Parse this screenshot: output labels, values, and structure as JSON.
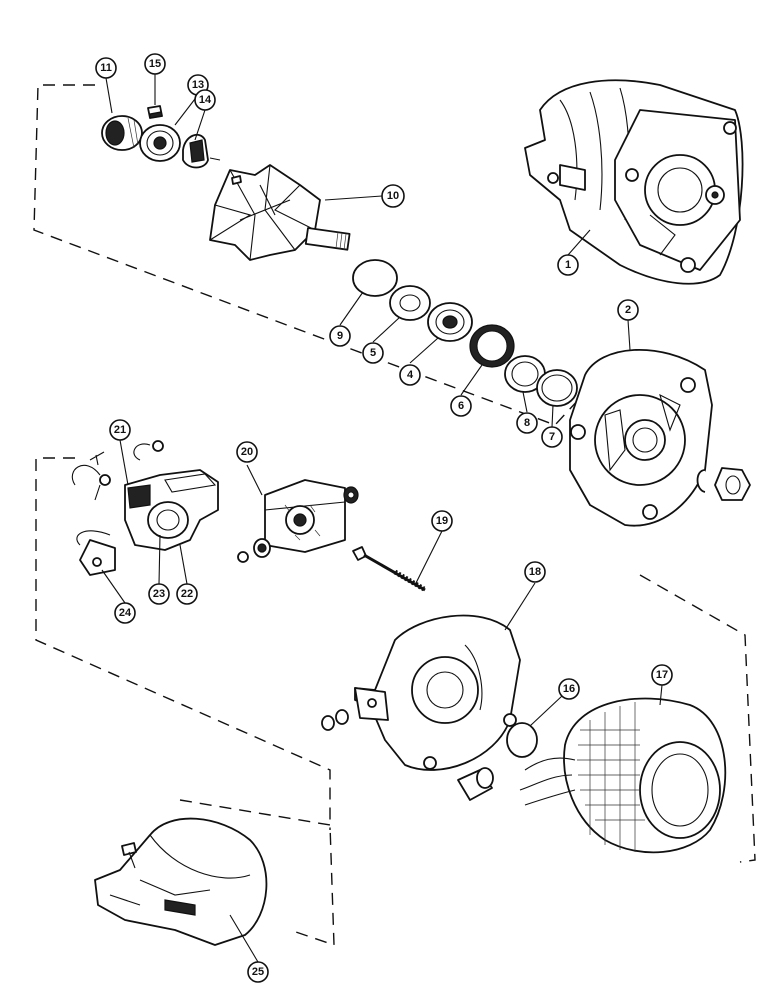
{
  "diagram": {
    "callouts": [
      {
        "label": "1"
      },
      {
        "label": "2"
      },
      {
        "label": "4"
      },
      {
        "label": "5"
      },
      {
        "label": "6"
      },
      {
        "label": "7"
      },
      {
        "label": "8"
      },
      {
        "label": "9"
      },
      {
        "label": "10"
      },
      {
        "label": "11"
      },
      {
        "label": "13"
      },
      {
        "label": "14"
      },
      {
        "label": "15"
      },
      {
        "label": "16"
      },
      {
        "label": "17"
      },
      {
        "label": "18"
      },
      {
        "label": "19"
      },
      {
        "label": "20"
      },
      {
        "label": "21"
      },
      {
        "label": "22"
      },
      {
        "label": "23"
      },
      {
        "label": "24"
      },
      {
        "label": "25"
      }
    ]
  }
}
